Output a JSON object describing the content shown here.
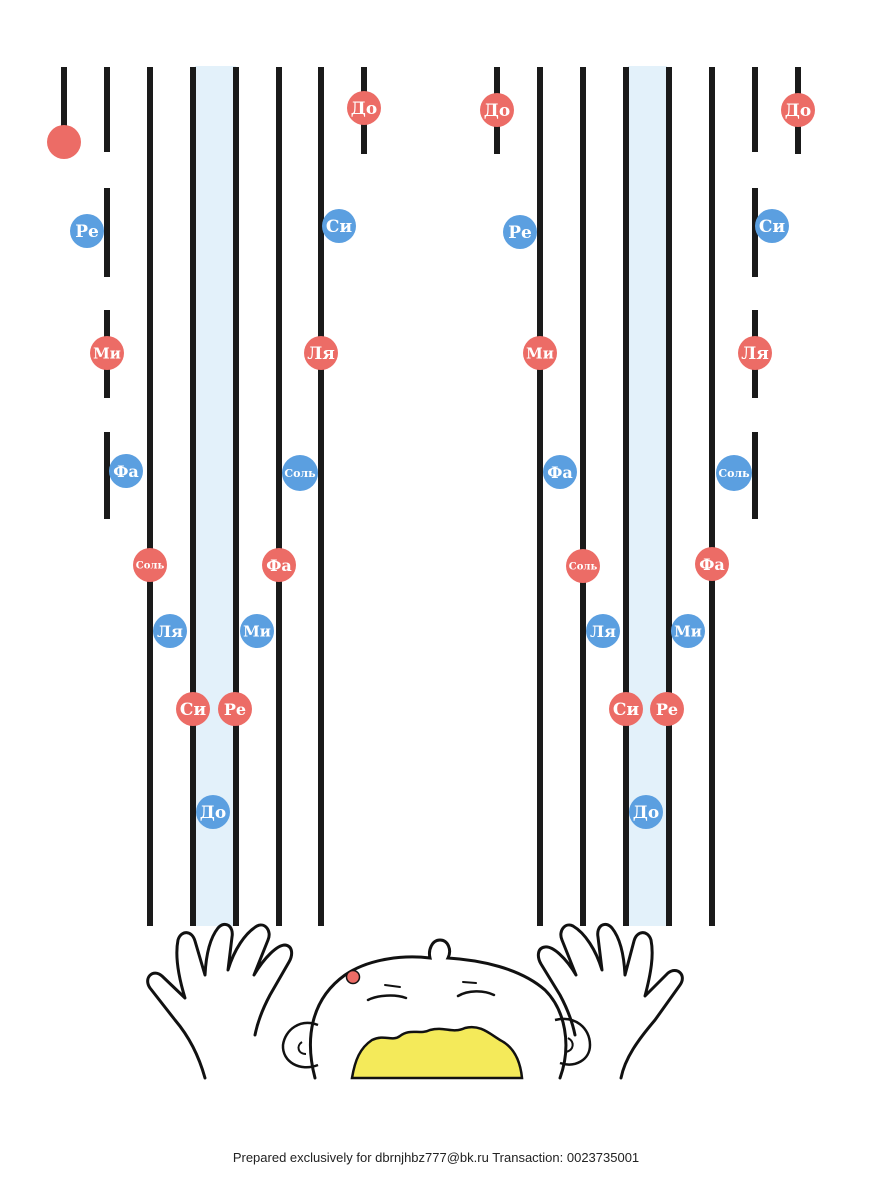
{
  "colors": {
    "line": "#1a1a1a",
    "key_band": "#e3f1fa",
    "red_note": "#ec6c66",
    "blue_note": "#5b9fe0",
    "note_text": "#ffffff",
    "hair": "#f4ea5a"
  },
  "note_labels": {
    "do": "До",
    "re": "Ре",
    "mi": "Ми",
    "fa": "Фа",
    "sol": "Соль",
    "la": "Ля",
    "si": "Си"
  },
  "footer_text": "Prepared exclusively for dbrnjhbz777@bk.ru Transaction: 0023735001"
}
